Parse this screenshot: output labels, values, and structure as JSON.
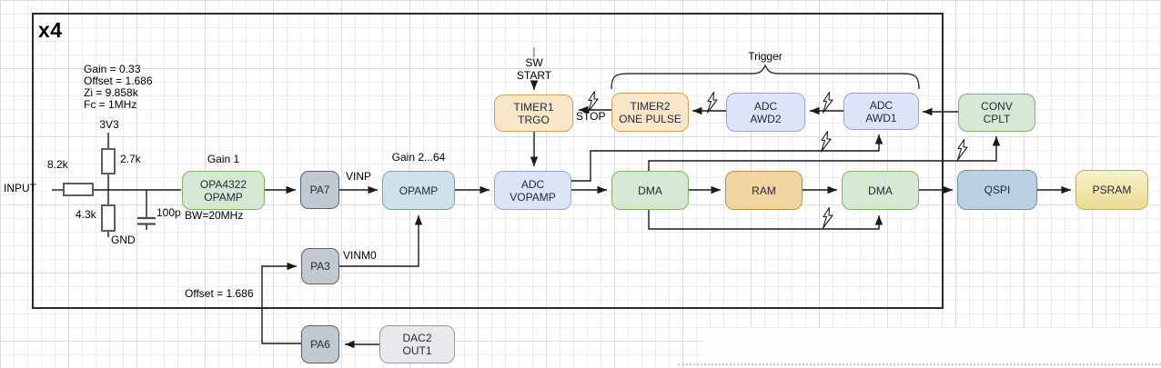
{
  "diagram": {
    "module_label": "x4",
    "specs": {
      "gain": "Gain = 0.33",
      "offset": "Offset = 1.686",
      "zi": "Zi = 9.858k",
      "fc": "Fc = 1MHz"
    },
    "net": {
      "input": "INPUT",
      "rail": "3V3",
      "ground": "GND",
      "r_series": "8.2k",
      "r_pullup": "2.7k",
      "r_pulldown": "4.3k",
      "cap": "100p"
    },
    "labels": {
      "gain1": "Gain 1",
      "bw": "BW=20MHz",
      "gain2": "Gain 2...64",
      "vinp": "VINP",
      "vinm0": "VINM0",
      "sw_line1": "SW",
      "sw_line2": "START",
      "stop": "STOP",
      "trigger": "Trigger",
      "offset_dac": "Offset = 1.686"
    },
    "blocks": {
      "opa4322": {
        "line1": "OPA4322",
        "line2": "OPAMP"
      },
      "pa7": {
        "line1": "PA7"
      },
      "opamp": {
        "line1": "OPAMP"
      },
      "adc_vopamp": {
        "line1": "ADC",
        "line2": "VOPAMP"
      },
      "timer1": {
        "line1": "TIMER1",
        "line2": "TRGO"
      },
      "timer2": {
        "line1": "TIMER2",
        "line2": "ONE PULSE"
      },
      "adc_awd2": {
        "line1": "ADC",
        "line2": "AWD2"
      },
      "adc_awd1": {
        "line1": "ADC",
        "line2": "AWD1"
      },
      "conv_cplt": {
        "line1": "CONV",
        "line2": "CPLT"
      },
      "dma1": {
        "line1": "DMA"
      },
      "ram": {
        "line1": "RAM"
      },
      "dma2": {
        "line1": "DMA"
      },
      "qspi": {
        "line1": "QSPI"
      },
      "psram": {
        "line1": "PSRAM"
      },
      "pa3": {
        "line1": "PA3"
      },
      "pa6": {
        "line1": "PA6"
      },
      "dac2": {
        "line1": "DAC2",
        "line2": "OUT1"
      }
    },
    "colors": {
      "green_fill": "#d5e8d4",
      "green_stroke": "#82b366",
      "orange_fill": "#f9e5c7",
      "orange_stroke": "#d0a258",
      "periwinkle_fill": "#dde4f7",
      "periwinkle_stroke": "#98a6d2",
      "blue_fill": "#cfe2ea",
      "blue_stroke": "#7f9fae",
      "teal_fill": "#b9d1e0",
      "teal_stroke": "#6f93a8",
      "tan_fill": "#f3d5a2",
      "tan_stroke": "#bf8d41",
      "yellow_fill": "#f3e6a6",
      "yellow_stroke": "#c2ad56",
      "gray_fill": "#c3c9d3",
      "gray_stroke": "#56626f",
      "lightgray_fill": "#e9e9ed",
      "lightgray_stroke": "#9b9b9b",
      "wire": "#1a1a1a"
    }
  }
}
